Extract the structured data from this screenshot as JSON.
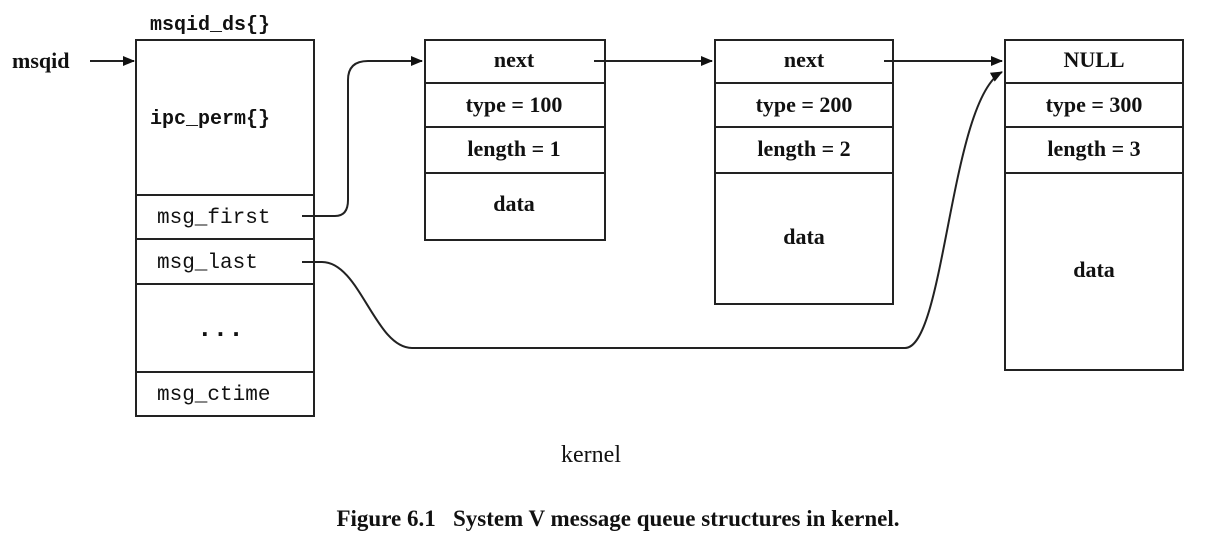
{
  "msqid_ds": {
    "title": "msqid_ds{}",
    "pointer_label": "msqid",
    "fields": {
      "ipc_perm": "ipc_perm{}",
      "msg_first": "msg_first",
      "msg_last": "msg_last",
      "ellipsis": "...",
      "msg_ctime": "msg_ctime"
    }
  },
  "messages": [
    {
      "next": "next",
      "type": "type = 100",
      "length": "length = 1",
      "data": "data"
    },
    {
      "next": "next",
      "type": "type = 200",
      "length": "length = 2",
      "data": "data"
    },
    {
      "next": "NULL",
      "type": "type = 300",
      "length": "length = 3",
      "data": "data"
    }
  ],
  "region_label": "kernel",
  "caption": "Figure 6.1   System V message queue structures in kernel."
}
